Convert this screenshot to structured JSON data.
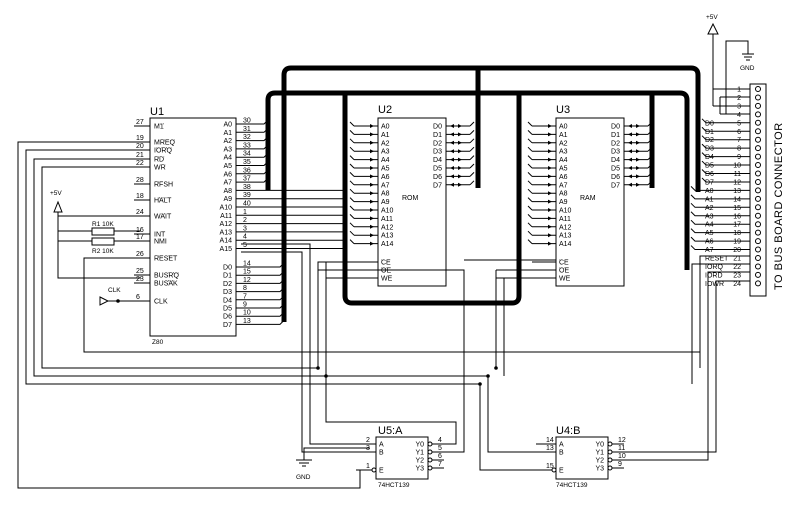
{
  "u1": {
    "ref": "U1",
    "part": "Z80",
    "left_pins": [
      {
        "num": "27",
        "name": "M1",
        "bar": true
      },
      {
        "num": "19",
        "name": "MREQ",
        "bar": true
      },
      {
        "num": "20",
        "name": "IORQ",
        "bar": true
      },
      {
        "num": "21",
        "name": "RD",
        "bar": true
      },
      {
        "num": "22",
        "name": "WR",
        "bar": true
      },
      {
        "num": "28",
        "name": "RFSH",
        "bar": true
      },
      {
        "num": "18",
        "name": "HALT",
        "bar": true
      },
      {
        "num": "24",
        "name": "WAIT",
        "bar": true
      },
      {
        "num": "16",
        "name": "INT",
        "bar": true
      },
      {
        "num": "17",
        "name": "NMI",
        "bar": true
      },
      {
        "num": "26",
        "name": "RESET",
        "bar": true
      },
      {
        "num": "25",
        "name": "BUSRQ",
        "bar": true
      },
      {
        "num": "23",
        "name": "BUSAK",
        "bar": true
      },
      {
        "num": "6",
        "name": "CLK",
        "bar": false
      }
    ],
    "right_pins": [
      {
        "num": "30",
        "name": "A0"
      },
      {
        "num": "31",
        "name": "A1"
      },
      {
        "num": "32",
        "name": "A2"
      },
      {
        "num": "33",
        "name": "A3"
      },
      {
        "num": "34",
        "name": "A4"
      },
      {
        "num": "35",
        "name": "A5"
      },
      {
        "num": "36",
        "name": "A6"
      },
      {
        "num": "37",
        "name": "A7"
      },
      {
        "num": "38",
        "name": "A8"
      },
      {
        "num": "39",
        "name": "A9"
      },
      {
        "num": "40",
        "name": "A10"
      },
      {
        "num": "1",
        "name": "A11"
      },
      {
        "num": "2",
        "name": "A12"
      },
      {
        "num": "3",
        "name": "A13"
      },
      {
        "num": "4",
        "name": "A14"
      },
      {
        "num": "5",
        "name": "A15"
      },
      {
        "num": "14",
        "name": "D0"
      },
      {
        "num": "15",
        "name": "D1"
      },
      {
        "num": "12",
        "name": "D2"
      },
      {
        "num": "8",
        "name": "D3"
      },
      {
        "num": "7",
        "name": "D4"
      },
      {
        "num": "9",
        "name": "D5"
      },
      {
        "num": "10",
        "name": "D6"
      },
      {
        "num": "13",
        "name": "D7"
      }
    ]
  },
  "u2": {
    "ref": "U2",
    "part": "ROM",
    "addr_pins": [
      "A0",
      "A1",
      "A2",
      "A3",
      "A4",
      "A5",
      "A6",
      "A7",
      "A8",
      "A9",
      "A10",
      "A11",
      "A12",
      "A13",
      "A14"
    ],
    "data_pins": [
      "D0",
      "D1",
      "D2",
      "D3",
      "D4",
      "D5",
      "D6",
      "D7"
    ],
    "ctrl_pins": [
      "CE",
      "OE",
      "WE"
    ]
  },
  "u3": {
    "ref": "U3",
    "part": "RAM",
    "addr_pins": [
      "A0",
      "A1",
      "A2",
      "A3",
      "A4",
      "A5",
      "A6",
      "A7",
      "A8",
      "A9",
      "A10",
      "A11",
      "A12",
      "A13",
      "A14"
    ],
    "data_pins": [
      "D0",
      "D1",
      "D2",
      "D3",
      "D4",
      "D5",
      "D6",
      "D7"
    ],
    "ctrl_pins": [
      "CE",
      "OE",
      "WE"
    ]
  },
  "u5a": {
    "ref": "U5:A",
    "part": "74HCT139",
    "in_pins": [
      {
        "num": "2",
        "name": "A"
      },
      {
        "num": "3",
        "name": "B"
      },
      {
        "num": "1",
        "name": "E"
      }
    ],
    "out_pins": [
      {
        "num": "4",
        "name": "Y0"
      },
      {
        "num": "5",
        "name": "Y1"
      },
      {
        "num": "6",
        "name": "Y2"
      },
      {
        "num": "7",
        "name": "Y3"
      }
    ]
  },
  "u4b": {
    "ref": "U4:B",
    "part": "74HCT139",
    "in_pins": [
      {
        "num": "14",
        "name": "A"
      },
      {
        "num": "13",
        "name": "B"
      },
      {
        "num": "15",
        "name": "E"
      }
    ],
    "out_pins": [
      {
        "num": "12",
        "name": "Y0"
      },
      {
        "num": "11",
        "name": "Y1"
      },
      {
        "num": "10",
        "name": "Y2"
      },
      {
        "num": "9",
        "name": "Y3"
      }
    ]
  },
  "resistors": {
    "r1": "R1 10K",
    "r2": "R2 10K"
  },
  "power": {
    "vcc_left": "+5V",
    "vcc_right": "+5V",
    "gnd_right": "GND",
    "gnd_bottom": "GND"
  },
  "clock_label": "CLK",
  "connector": {
    "title": "TO BUS BOARD CONNECTOR",
    "pins": [
      {
        "num": "1",
        "name": ""
      },
      {
        "num": "2",
        "name": ""
      },
      {
        "num": "3",
        "name": ""
      },
      {
        "num": "4",
        "name": ""
      },
      {
        "num": "5",
        "name": "D0"
      },
      {
        "num": "6",
        "name": "D1"
      },
      {
        "num": "7",
        "name": "D2"
      },
      {
        "num": "8",
        "name": "D3"
      },
      {
        "num": "9",
        "name": "D4"
      },
      {
        "num": "10",
        "name": "D5"
      },
      {
        "num": "11",
        "name": "D6"
      },
      {
        "num": "12",
        "name": "D7"
      },
      {
        "num": "13",
        "name": "A0"
      },
      {
        "num": "14",
        "name": "A1"
      },
      {
        "num": "15",
        "name": "A2"
      },
      {
        "num": "16",
        "name": "A3"
      },
      {
        "num": "17",
        "name": "A4"
      },
      {
        "num": "18",
        "name": "A5"
      },
      {
        "num": "19",
        "name": "A6"
      },
      {
        "num": "20",
        "name": "A7"
      },
      {
        "num": "21",
        "name": "RESET"
      },
      {
        "num": "22",
        "name": "IORQ"
      },
      {
        "num": "23",
        "name": "IORD"
      },
      {
        "num": "24",
        "name": "IOWR"
      }
    ]
  }
}
